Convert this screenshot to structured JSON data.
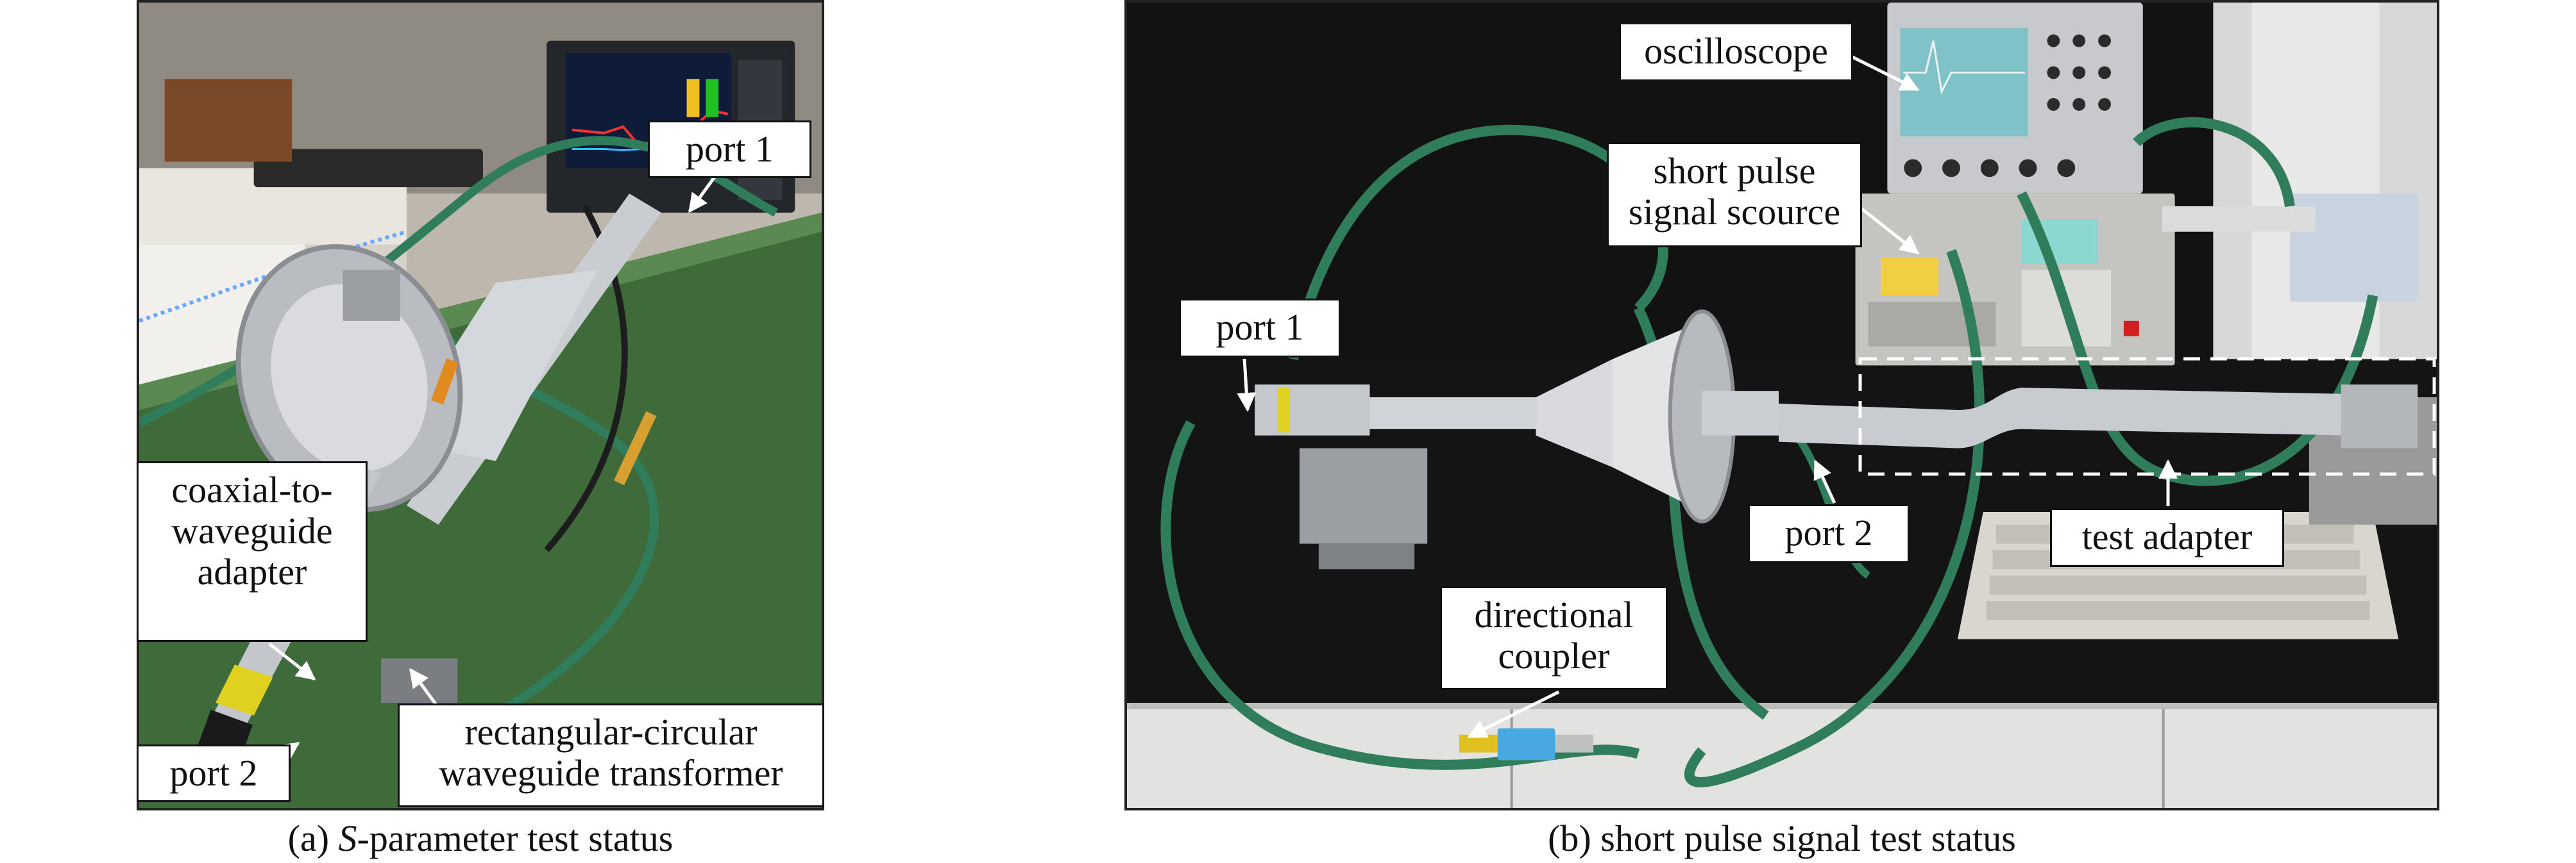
{
  "panel_a": {
    "labels": {
      "port1": "port 1",
      "coax_adapter": "coaxial-to-\nwaveguide\nadapter",
      "port2": "port 2",
      "transformer": "rectangular-circular\nwaveguide transformer"
    },
    "caption_prefix": "(a) ",
    "caption_italic": "S",
    "caption_suffix": "-parameter test status"
  },
  "panel_b": {
    "labels": {
      "oscilloscope": "oscilloscope",
      "pulse_source": "short pulse\nsignal scource",
      "port1": "port 1",
      "port2": "port 2",
      "test_adapter": "test adapter",
      "coupler": "directional\ncoupler"
    },
    "caption": "(b) short pulse signal test status"
  },
  "colors": {
    "bench_green": "#3f6a3a",
    "bench_black": "#141414",
    "aluminum": "#c9ccd0",
    "cable_green": "#2f7d5a",
    "dashed_box": "#ffffff"
  }
}
